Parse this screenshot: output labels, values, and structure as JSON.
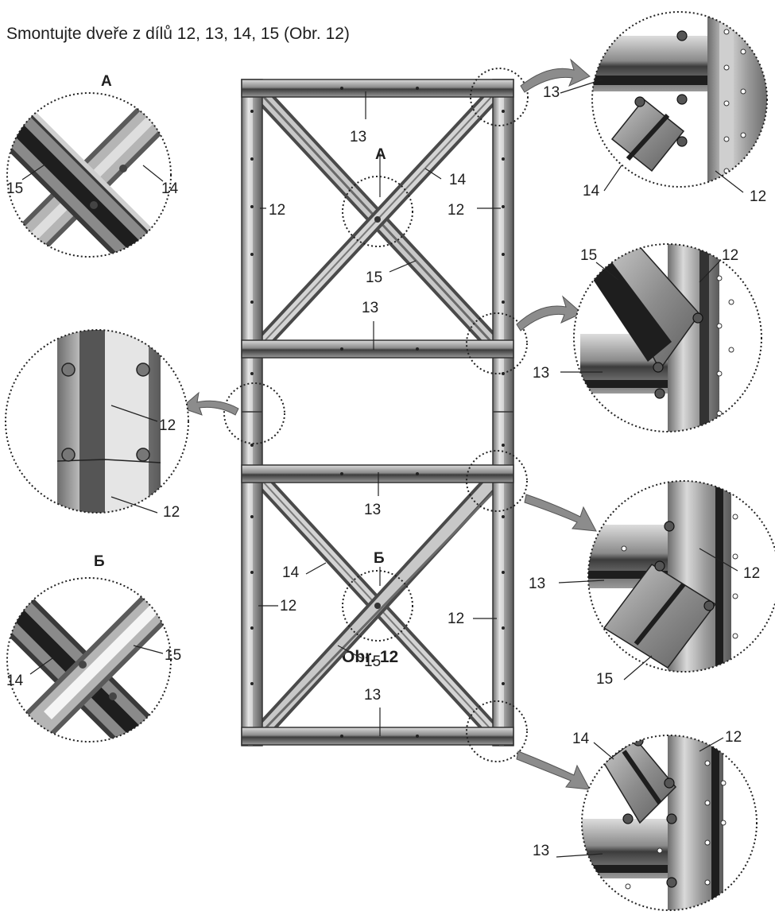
{
  "instruction": "Smontujte dveře z dílů 12, 13, 14, 15 (Obr. 12)",
  "figure_caption": "Obr. 12",
  "frame_labels": {
    "top_rail": "13",
    "diagonal_upper_14": "14",
    "diagonal_upper_15": "15",
    "left_upper_post": "12",
    "right_upper_post": "12",
    "middle_upper_rail": "13",
    "middle_lower_rail": "13",
    "diagonal_lower_14": "14",
    "diagonal_lower_15": "15",
    "left_lower_post": "12",
    "right_lower_post": "12",
    "bottom_rail": "13",
    "callout_a_marker": "А",
    "callout_b_marker": "Б"
  },
  "detail_a": {
    "title": "А",
    "label_left": "15",
    "label_right": "14"
  },
  "detail_b": {
    "title": "Б",
    "label_left": "14",
    "label_right": "15"
  },
  "detail_joint": {
    "label_upper": "12",
    "label_lower": "12"
  },
  "detail_top_right": {
    "label_rail": "13",
    "label_diag": "14",
    "label_post": "12"
  },
  "detail_mid_upper_right": {
    "label_diag": "15",
    "label_post": "12",
    "label_rail": "13"
  },
  "detail_mid_lower_right": {
    "label_rail": "13",
    "label_post": "12",
    "label_diag": "15"
  },
  "detail_bottom_right": {
    "label_diag": "14",
    "label_post": "12",
    "label_rail": "13"
  }
}
